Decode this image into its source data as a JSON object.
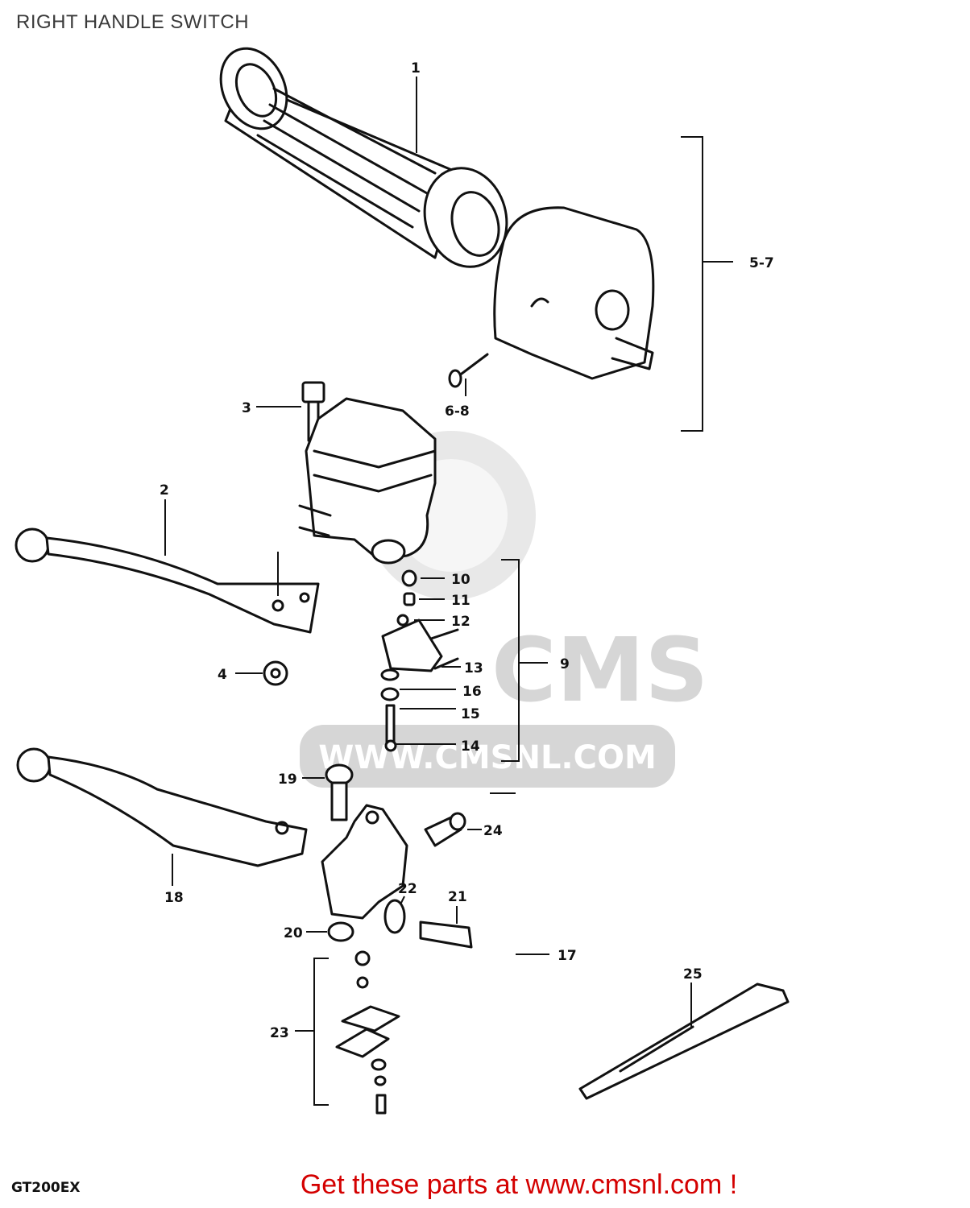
{
  "title": "RIGHT HANDLE SWITCH",
  "model_code": "GT200EX",
  "footer_text": "Get these parts at www.cmsnl.com !",
  "watermark": {
    "brand": "CMS",
    "url": "WWW.CMSNL.COM"
  },
  "colors": {
    "ink": "#111111",
    "footer": "#d40000",
    "watermark": "#d6d6d6"
  },
  "callouts": {
    "p1": "1",
    "p2": "2",
    "p3": "3",
    "p4": "4",
    "p5_7": "5-7",
    "p6_8": "6-8",
    "p9": "9",
    "p10": "10",
    "p11": "11",
    "p12": "12",
    "p13": "13",
    "p14": "14",
    "p15": "15",
    "p16": "16",
    "p17": "17",
    "p18": "18",
    "p19": "19",
    "p20": "20",
    "p21": "21",
    "p22": "22",
    "p23": "23",
    "p24": "24",
    "p25": "25"
  }
}
